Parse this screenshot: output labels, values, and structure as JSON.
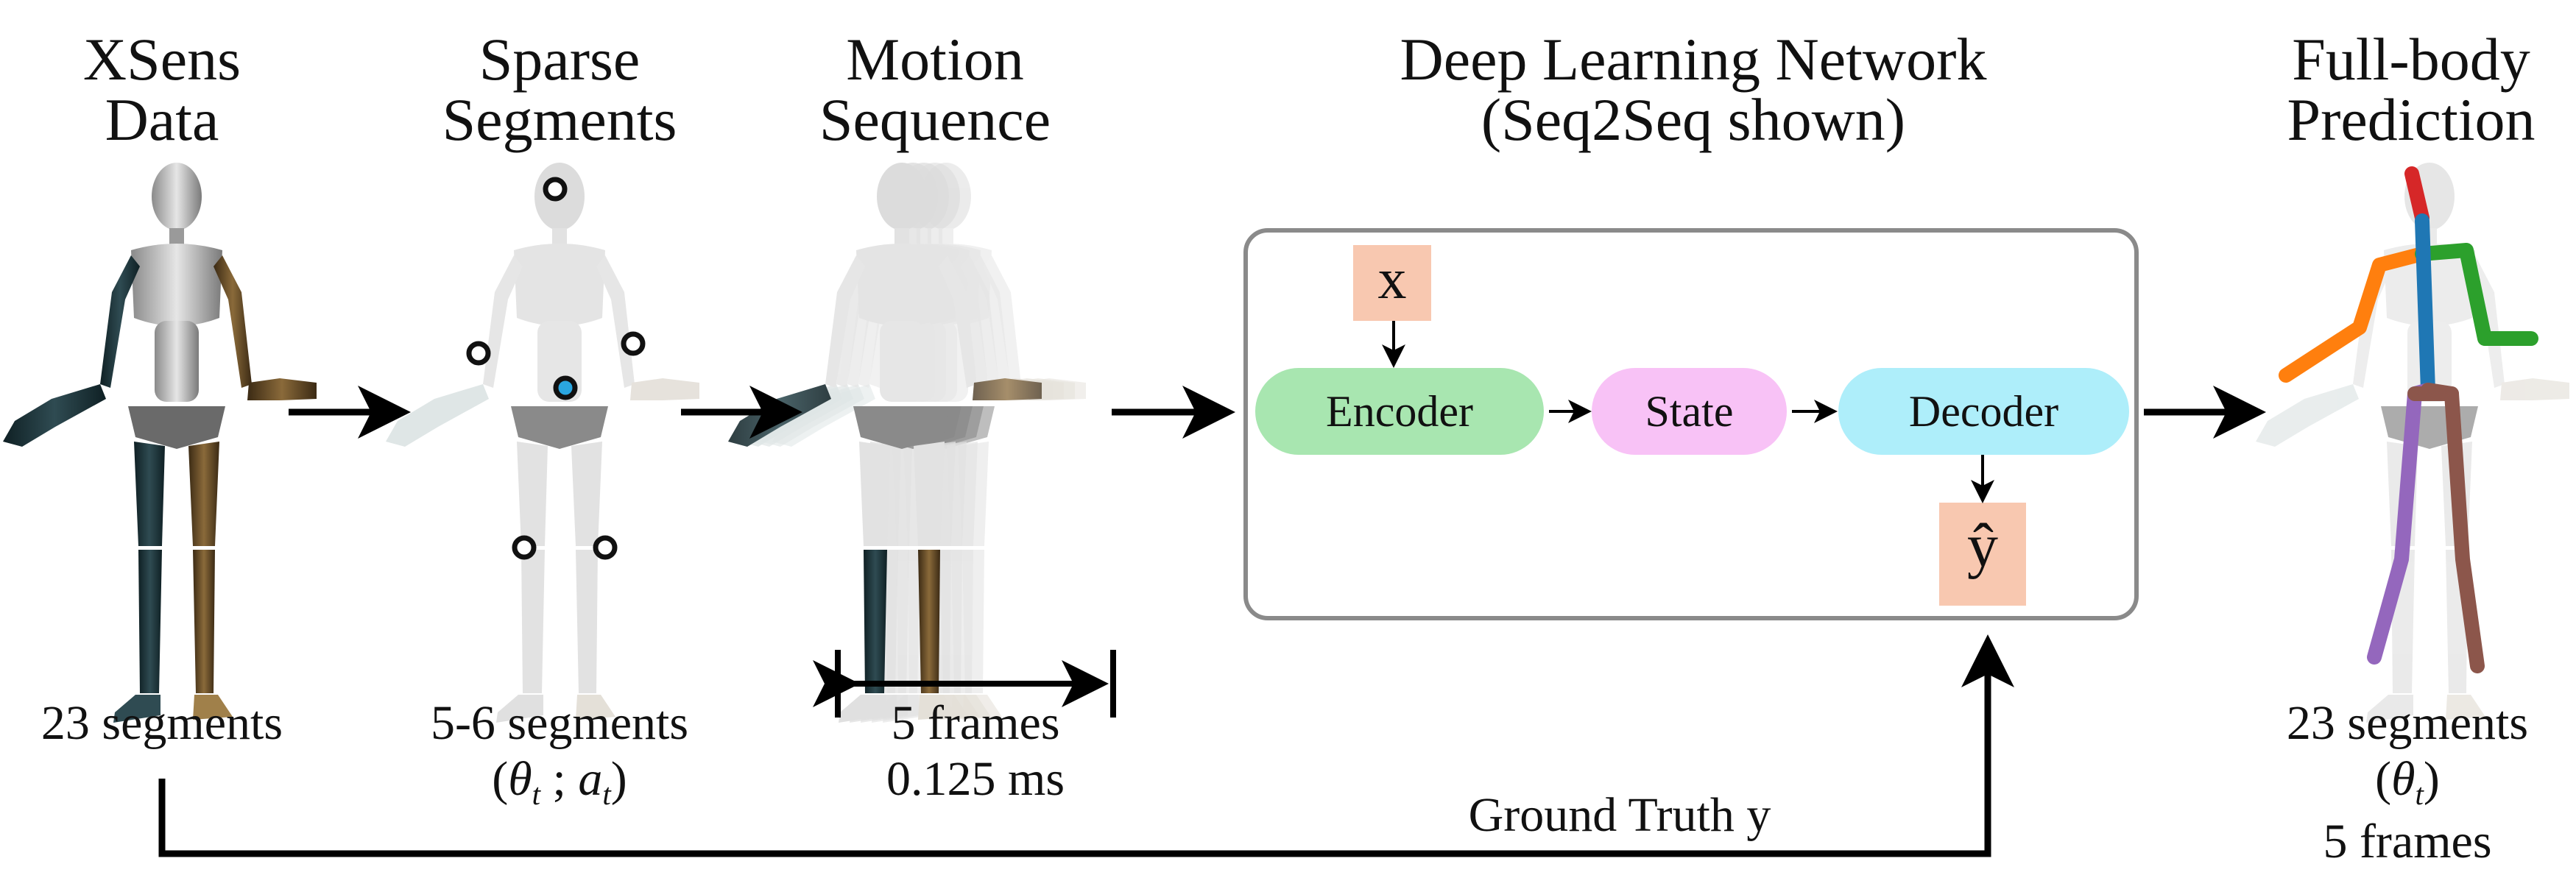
{
  "columns": {
    "xsens": {
      "title_lines": [
        "XSens",
        "Data"
      ],
      "caption": "23 segments"
    },
    "sparse": {
      "title_lines": [
        "Sparse",
        "Segments"
      ],
      "caption": "5-6 segments",
      "math_open": "(",
      "theta": "θ",
      "theta_sub": "t",
      "separator": " ; ",
      "a": "a",
      "a_sub": "t",
      "math_close": ")"
    },
    "motion": {
      "title_lines": [
        "Motion",
        "Sequence"
      ],
      "frames": "5 frames",
      "duration": "0.125 ms"
    },
    "network": {
      "title_lines": [
        "Deep Learning Network",
        "(Seq2Seq shown)"
      ],
      "input": "x",
      "encoder": "Encoder",
      "state": "State",
      "decoder": "Decoder",
      "output": "ŷ"
    },
    "prediction": {
      "title_lines": [
        "Full-body",
        "Prediction"
      ],
      "caption": "23 segments",
      "math_open": "(",
      "theta": "θ",
      "theta_sub": "t",
      "math_close": ")",
      "frames": "5 frames"
    }
  },
  "ground_truth_label": "Ground Truth y",
  "colors": {
    "encoder": "#a8e6b0",
    "state": "#f8c2f6",
    "decoder": "#aeeefa",
    "io_box": "#f8c8b0",
    "arrow": "#000000",
    "skeleton_head": "#d62728",
    "skeleton_right_arm": "#ff7f0e",
    "skeleton_left_arm": "#2ca02c",
    "skeleton_spine": "#1f77b4",
    "skeleton_right_leg": "#9467bd",
    "skeleton_left_leg": "#8c564b",
    "marker_highlight": "#2aa6e0"
  }
}
